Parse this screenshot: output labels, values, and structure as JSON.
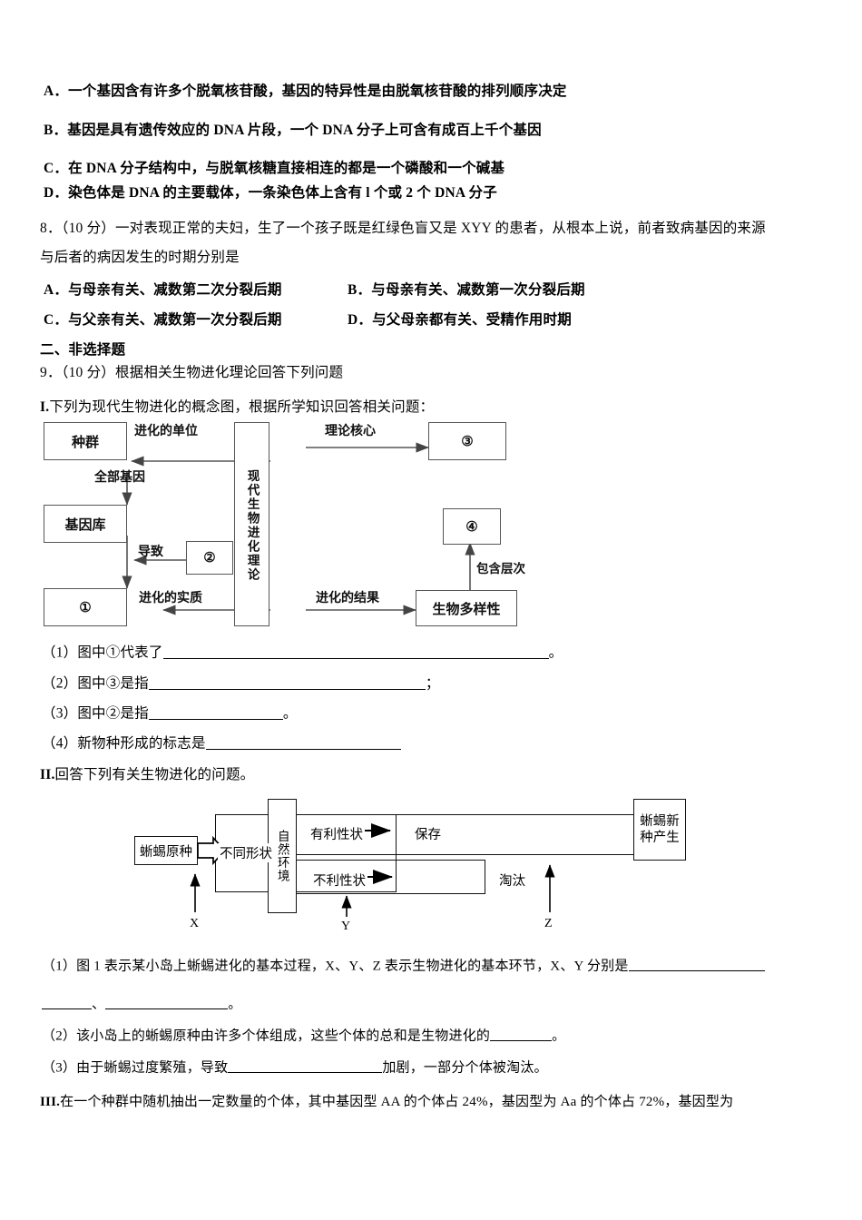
{
  "q7_options": [
    "A．一个基因含有许多个脱氧核苷酸，基因的特异性是由脱氧核苷酸的排列顺序决定",
    "B．基因是具有遗传效应的 DNA 片段，一个 DNA 分子上可含有成百上千个基因",
    "C．在 DNA 分子结构中，与脱氧核糖直接相连的都是一个磷酸和一个碱基",
    "D．染色体是 DNA 的主要载体，一条染色体上含有 l 个或 2 个 DNA 分子"
  ],
  "q8": {
    "stem_line1": "8．（10 分）一对表现正常的夫妇，生了一个孩子既是红绿色盲又是 XYY 的患者，从根本上说，前者致病基因的来源",
    "stem_line2": "与后者的病因发生的时期分别是",
    "optionA": "A．与母亲有关、减数第二次分裂后期",
    "optionB": "B．与母亲有关、减数第一次分裂后期",
    "optionC": "C．与父亲有关、减数第一次分裂后期",
    "optionD": "D．与父母亲都有关、受精作用时期"
  },
  "section2_title": "二、非选择题",
  "q9": {
    "stem": "9．（10 分）根据相关生物进化理论回答下列问题",
    "part1_label": "I.",
    "part1_text": "下列为现代生物进化的概念图，根据所学知识回答相关问题：",
    "sub1_prefix": "（1）图中①代表了",
    "sub1_suffix": "。",
    "sub2_prefix": "（2）图中③是指",
    "sub2_suffix": "；",
    "sub3_prefix": "（3）图中②是指",
    "sub3_suffix": "。",
    "sub4_prefix": "（4）新物种形成的标志是",
    "sub4_suffix": "",
    "part2_label": "II.",
    "part2_text": "回答下列有关生物进化的问题。",
    "p2_sub1_a": "（1）图 1 表示某小岛上蜥蜴进化的基本过程，X、Y、Z 表示生物进化的基本环节，X、Y 分别是",
    "p2_sub1_b_join": "、",
    "p2_sub1_b_end": "。",
    "p2_sub2_a": "（2）该小岛上的蜥蜴原种由许多个体组成，这些个体的总和是生物进化的",
    "p2_sub2_b": "。",
    "p2_sub3_a": "（3）由于蜥蜴过度繁殖，导致",
    "p2_sub3_b": "加剧，一部分个体被淘汰。",
    "part3_label": "III.",
    "part3_text": "在一个种群中随机抽出一定数量的个体，其中基因型 AA 的个体占 24%，基因型为 Aa 的个体占 72%，基因型为"
  },
  "figure1": {
    "boxes": {
      "population": "种群",
      "gene_pool": "基因库",
      "node1": "①",
      "node2": "②",
      "node3": "③",
      "node4": "④",
      "center": "现代生物进化理论",
      "biodiversity": "生物多样性"
    },
    "labels": {
      "unit_of_evolution": "进化的单位",
      "all_genes": "全部基因",
      "leads_to": "导致",
      "essence_of_evolution": "进化的实质",
      "theory_core": "理论核心",
      "result_of_evolution": "进化的结果",
      "contains_levels": "包含层次"
    }
  },
  "figure2": {
    "boxes": {
      "original_species": "蜥蜴原种",
      "different_forms": "不同形状",
      "natural_env": "自然环境",
      "new_species": "蜥蜴新种产生"
    },
    "labels": {
      "favorable_trait": "有利性状",
      "preserved": "保存",
      "unfavorable_trait": "不利性状",
      "eliminated": "淘汰",
      "markX": "X",
      "markY": "Y",
      "markZ": "Z"
    }
  }
}
